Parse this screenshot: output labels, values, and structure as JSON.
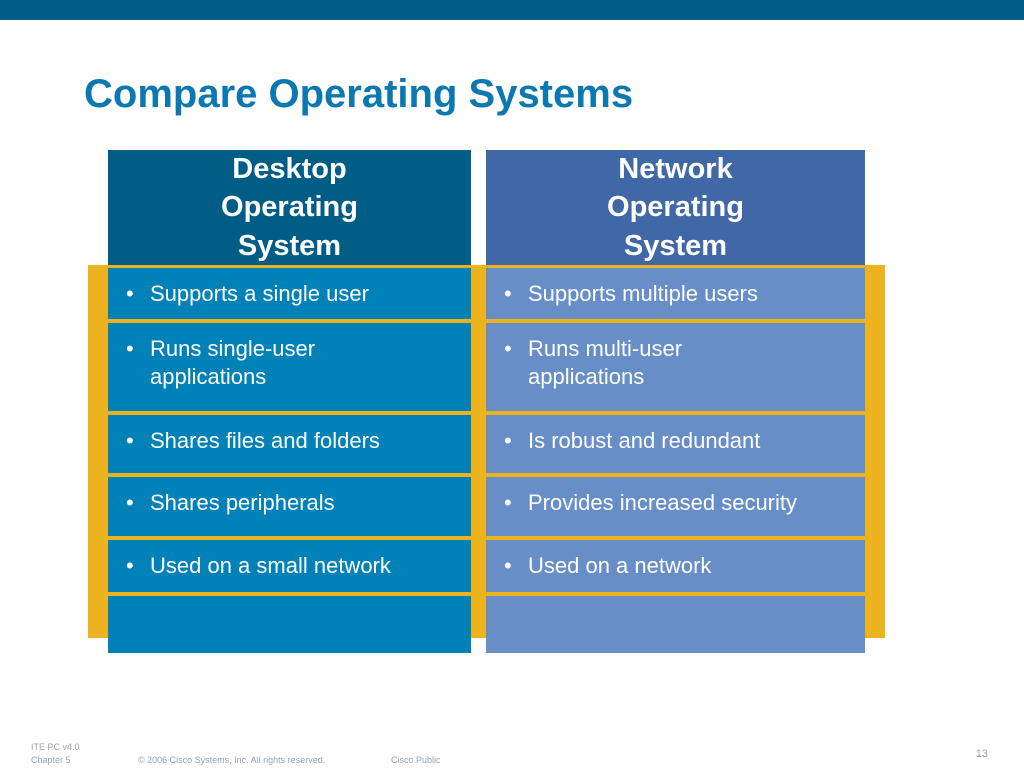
{
  "slide": {
    "title": "Compare Operating Systems"
  },
  "table": {
    "headers": [
      "Desktop Operating System",
      "Network Operating System"
    ],
    "rows": [
      [
        "Supports a single user",
        "Supports multiple users"
      ],
      [
        "Runs single-user applications",
        "Runs multi-user applications"
      ],
      [
        "Shares files and folders",
        "Is robust and redundant"
      ],
      [
        "Shares peripherals",
        "Provides increased security"
      ],
      [
        "Used on a small network",
        "Used on a network"
      ],
      [
        "",
        ""
      ]
    ],
    "bullet": "•"
  },
  "footer": {
    "course": "ITE PC v4.0",
    "chapter": "Chapter 5",
    "copyright": "© 2006 Cisco Systems, Inc. All rights reserved.",
    "classification": "Cisco Public",
    "page_number": "13"
  },
  "colors": {
    "top_bar": "#005d86",
    "title": "#0b78b1",
    "desktop_header": "#005d86",
    "desktop_cell": "#0082b8",
    "network_header": "#4068a6",
    "network_cell": "#678ec6",
    "accent_gold": "#edb31f"
  }
}
